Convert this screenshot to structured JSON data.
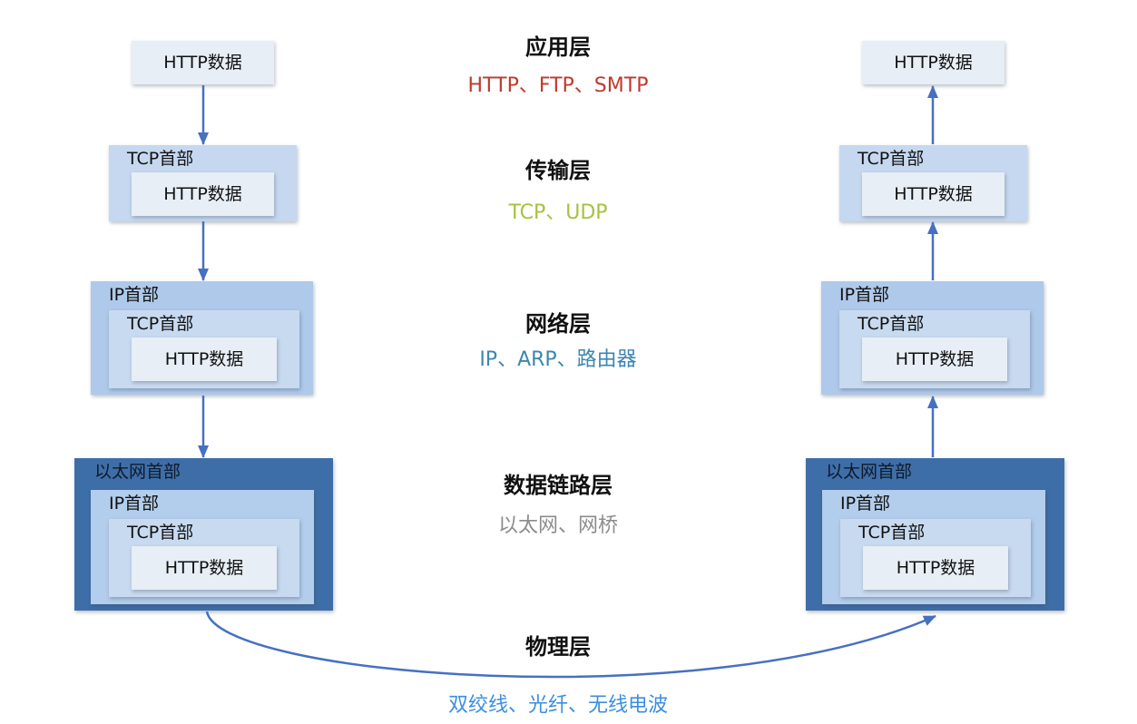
{
  "labels": {
    "http_data": "HTTP数据",
    "tcp_header": "TCP首部",
    "ip_header": "IP首部",
    "ethernet_header": "以太网首部"
  },
  "layers": [
    {
      "name": "应用层",
      "protocols": "HTTP、FTP、SMTP",
      "color": "#c0392b"
    },
    {
      "name": "传输层",
      "protocols": "TCP、UDP",
      "color": "#a5c23f"
    },
    {
      "name": "网络层",
      "protocols": "IP、ARP、路由器",
      "color": "#3c86b0"
    },
    {
      "name": "数据链路层",
      "protocols": "以太网、网桥",
      "color": "#8c8c8c"
    },
    {
      "name": "物理层",
      "protocols": "双绞线、光纤、无线电波",
      "color": "#3b8ee0"
    }
  ]
}
